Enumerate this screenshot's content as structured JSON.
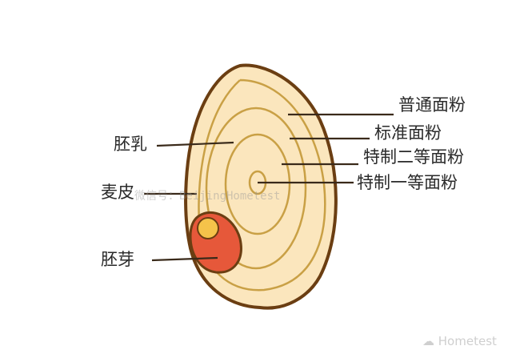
{
  "labels": {
    "endosperm": "胚乳",
    "bran": "麦皮",
    "germ": "胚芽",
    "regular_flour": "普通面粉",
    "standard_flour": "标准面粉",
    "special_grade2_flour": "特制二等面粉",
    "special_grade1_flour": "特制一等面粉"
  },
  "watermark": "微信号：BeijingHometest",
  "brand": "Hometest",
  "colors": {
    "outline": "#6b3e12",
    "fill": "#fbe6bd",
    "rings": "#c9a045",
    "germ": "#e6583a",
    "embryo": "#f5c34a"
  }
}
